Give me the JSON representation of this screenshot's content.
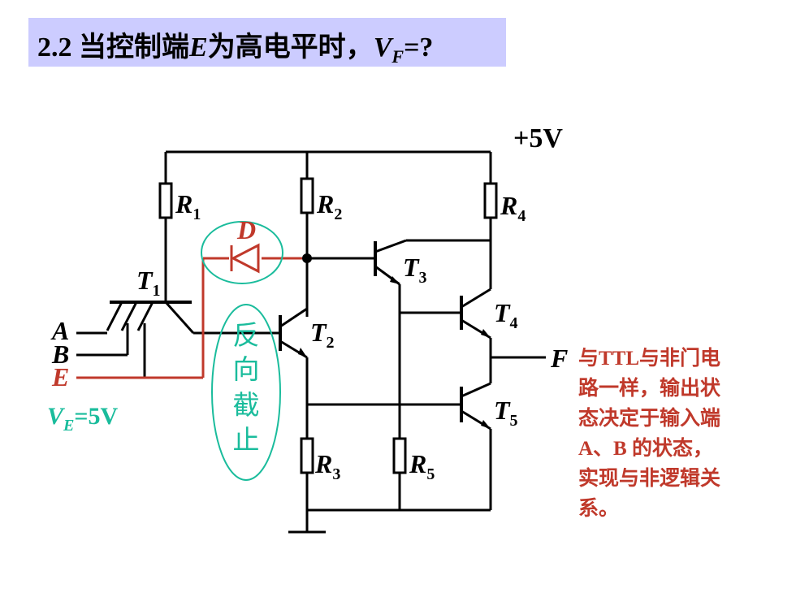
{
  "title": {
    "prefix": "2.2 当控制端",
    "control": "E",
    "middle": "为高电平时，",
    "var": "V",
    "var_sub": "F",
    "suffix": "=?"
  },
  "circuit": {
    "supply": "+5V",
    "resistors": [
      {
        "name": "R",
        "sub": "1"
      },
      {
        "name": "R",
        "sub": "2"
      },
      {
        "name": "R",
        "sub": "3"
      },
      {
        "name": "R",
        "sub": "4"
      },
      {
        "name": "R",
        "sub": "5"
      }
    ],
    "transistors": [
      {
        "name": "T",
        "sub": "1"
      },
      {
        "name": "T",
        "sub": "2"
      },
      {
        "name": "T",
        "sub": "3"
      },
      {
        "name": "T",
        "sub": "4"
      },
      {
        "name": "T",
        "sub": "5"
      }
    ],
    "diode": "D",
    "inputs": [
      "A",
      "B",
      "E"
    ],
    "ve_label": {
      "var": "V",
      "sub": "E",
      "value": "=5V"
    },
    "output": "F",
    "annotation_chars": [
      "反",
      "向",
      "截",
      "止"
    ]
  },
  "note": [
    "与TTL与非门电",
    "路一样，输出状",
    "态决定于输入端",
    "A、B 的状态，",
    "实现与非逻辑关",
    "系。"
  ],
  "colors": {
    "red": "#c0392b",
    "teal": "#1abc9c",
    "title_bg": "#ccccff"
  }
}
